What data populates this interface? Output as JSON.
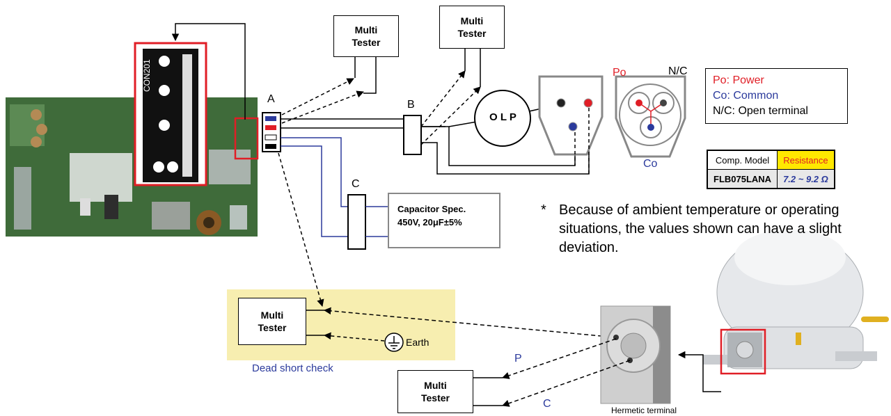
{
  "labels": {
    "connector_a": "A",
    "connector_b": "B",
    "connector_c": "C",
    "olp": "O L P",
    "po_terminal": "Po",
    "nc_terminal": "N/C",
    "co_terminal": "Co",
    "board_con": "CON201",
    "earth": "Earth",
    "dead_short": "Dead short check",
    "probe_p": "P",
    "probe_c": "C",
    "hermetic": "Hermetic terminal"
  },
  "multi_tester": {
    "line1": "Multi",
    "line2": "Tester"
  },
  "capacitor": {
    "line1": "Capacitor Spec.",
    "line2": "450V, 20μF±5%"
  },
  "legend": {
    "po": "Po: Power",
    "co": "Co: Common",
    "nc": "N/C: Open terminal"
  },
  "resistance_table": {
    "header_model": "Comp. Model",
    "header_res": "Resistance",
    "model": "FLB075LANA",
    "value": "7.2 ~ 9.2 Ω"
  },
  "note": {
    "star": "*",
    "text": "Because of ambient temperature or operating situations, the values shown can have a slight deviation."
  },
  "colors": {
    "red": "#e01e26",
    "blue": "#2b3a9c",
    "highlight_yellow": "#f7eeb0",
    "header_yellow": "#ffe800",
    "pcb_green": "#3f6b3a"
  }
}
